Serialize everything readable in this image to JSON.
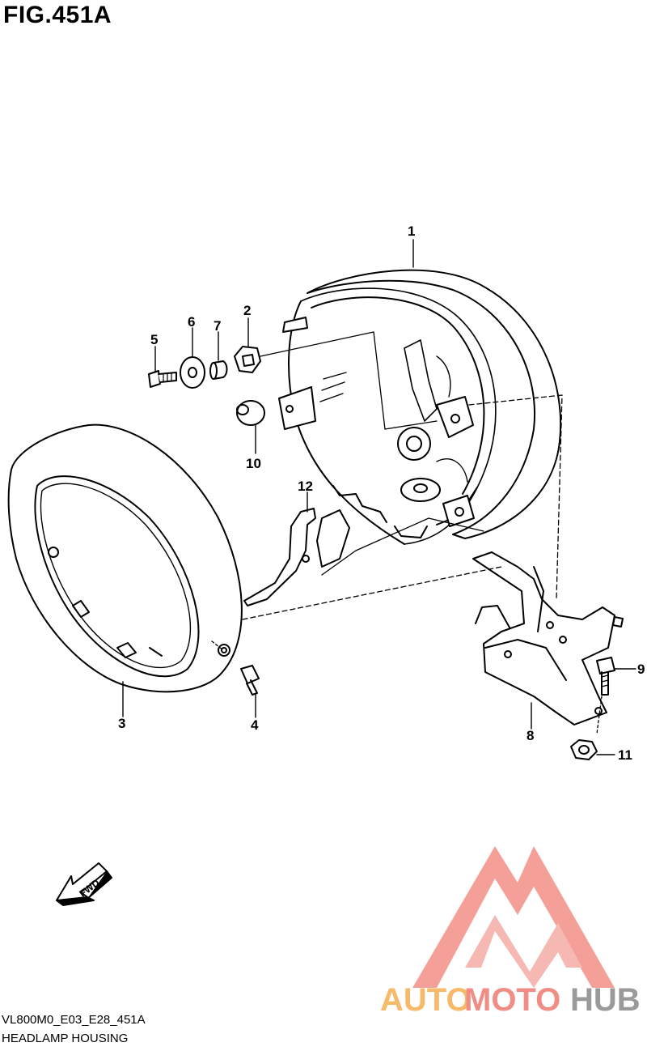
{
  "title": "FIG.451A",
  "footer": {
    "code": "VL800M0_E03_E28_451A",
    "name": "HEADLAMP HOUSING"
  },
  "direction_arrow": {
    "label": "FWD",
    "icon": "fwd-arrow-icon"
  },
  "callouts": [
    "1",
    "2",
    "3",
    "4",
    "5",
    "6",
    "7",
    "8",
    "9",
    "10",
    "11",
    "12"
  ],
  "watermark": {
    "part1": "AUTO",
    "part2": "MOTO",
    "part3": "HUB",
    "colors": {
      "auto": "#f7b96a",
      "moto": "#f08d85",
      "hub": "#9a9a9a",
      "logo": "#f3968f"
    }
  }
}
